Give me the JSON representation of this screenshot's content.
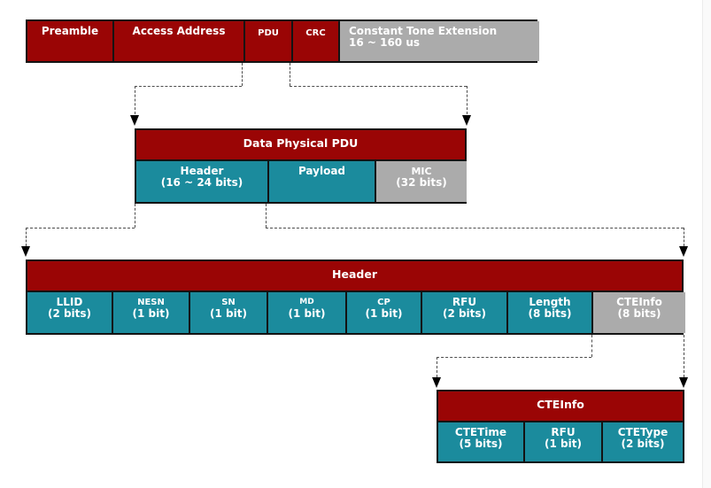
{
  "palette": {
    "block_red": "#9a0505",
    "block_teal": "#1b8b9d",
    "block_gray": "#ababab",
    "border_black": "#131313",
    "dash_gray": "#4d4d4d",
    "arrow_black": "#000000",
    "text_white": "#ffffff"
  },
  "icons": {
    "arrowhead": "filled-down-triangle"
  },
  "packet_row": {
    "cells": [
      {
        "label": "Preamble"
      },
      {
        "label": "Access Address"
      },
      {
        "label": "PDU"
      },
      {
        "label": "CRC"
      },
      {
        "line1": "Constant Tone Extension",
        "line2": "16 ~ 160 us"
      }
    ]
  },
  "pdu_box": {
    "title": "Data Physical PDU",
    "cells": [
      {
        "label": "Header",
        "sub": "(16 ~ 24 bits)"
      },
      {
        "label": "Payload",
        "sub": ""
      },
      {
        "label": "MIC",
        "sub": "(32 bits)"
      }
    ]
  },
  "header_box": {
    "title": "Header",
    "cells": [
      {
        "label": "LLID",
        "sub": "(2 bits)"
      },
      {
        "label": "NESN",
        "sub": "(1 bit)"
      },
      {
        "label": "SN",
        "sub": "(1 bit)"
      },
      {
        "label": "MD",
        "sub": "(1 bit)"
      },
      {
        "label": "CP",
        "sub": "(1 bit)"
      },
      {
        "label": "RFU",
        "sub": "(2 bits)"
      },
      {
        "label": "Length",
        "sub": "(8 bits)"
      },
      {
        "label": "CTEInfo",
        "sub": "(8 bits)"
      }
    ]
  },
  "cteinfo_box": {
    "title": "CTEInfo",
    "cells": [
      {
        "label": "CTETime",
        "sub": "(5 bits)"
      },
      {
        "label": "RFU",
        "sub": "(1 bit)"
      },
      {
        "label": "CTEType",
        "sub": "(2 bits)"
      }
    ]
  }
}
